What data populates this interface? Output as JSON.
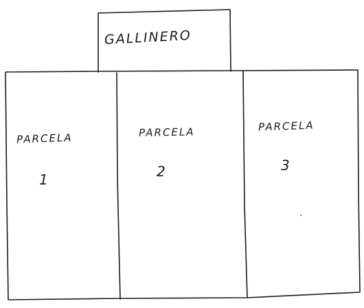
{
  "coop": {
    "label": "GALLINERO"
  },
  "plots": [
    {
      "word": "PARCELA",
      "number": "1"
    },
    {
      "word": "PARCELA",
      "number": "2"
    },
    {
      "word": "PARCELA",
      "number": "3"
    }
  ],
  "colors": {
    "ink": "#1a1a1a",
    "paper": "#ffffff"
  }
}
